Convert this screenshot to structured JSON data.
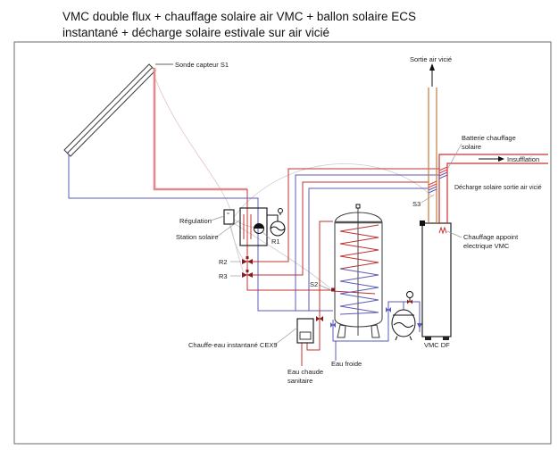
{
  "title": {
    "line1": "VMC double flux + chauffage solaire air VMC + ballon solaire ECS",
    "line2": "instantané + décharge solaire estivale sur air vicié"
  },
  "labels": {
    "sonde_capteur": "Sonde capteur S1",
    "sortie_air_vicie": "Sortie air vicié",
    "batterie_chauffage_1": "Batterie chauffage",
    "batterie_chauffage_2": "solaire",
    "insufflation": "Insufflation",
    "decharge_solaire": "Décharge solaire sortie air vicié",
    "s3": "S3",
    "chauffage_appoint_1": "Chauffage appoint",
    "chauffage_appoint_2": "electrique VMC",
    "regulation": "Régulation",
    "station_solaire": "Station solaire",
    "r1": "R1",
    "r2": "R2",
    "r3": "R3",
    "s2": "S2",
    "chauffe_eau": "Chauffe-eau instantané CEX9",
    "eau_chaude_1": "Eau chaude",
    "eau_chaude_2": "sanitaire",
    "eau_froide": "Eau froide",
    "vmc_df": "VMC DF"
  },
  "colors": {
    "solar_supply_pipe": "#e08a8a",
    "hot_pipe": "#c03030",
    "cold_pipe": "#5b5bbb",
    "exhaust_duct": "#c07c3a",
    "supply_duct": "#cc3030",
    "sensor_wire": "#cbcbcb",
    "valve_hot": "#8b1a1a",
    "outline": "#3a3a3a"
  }
}
